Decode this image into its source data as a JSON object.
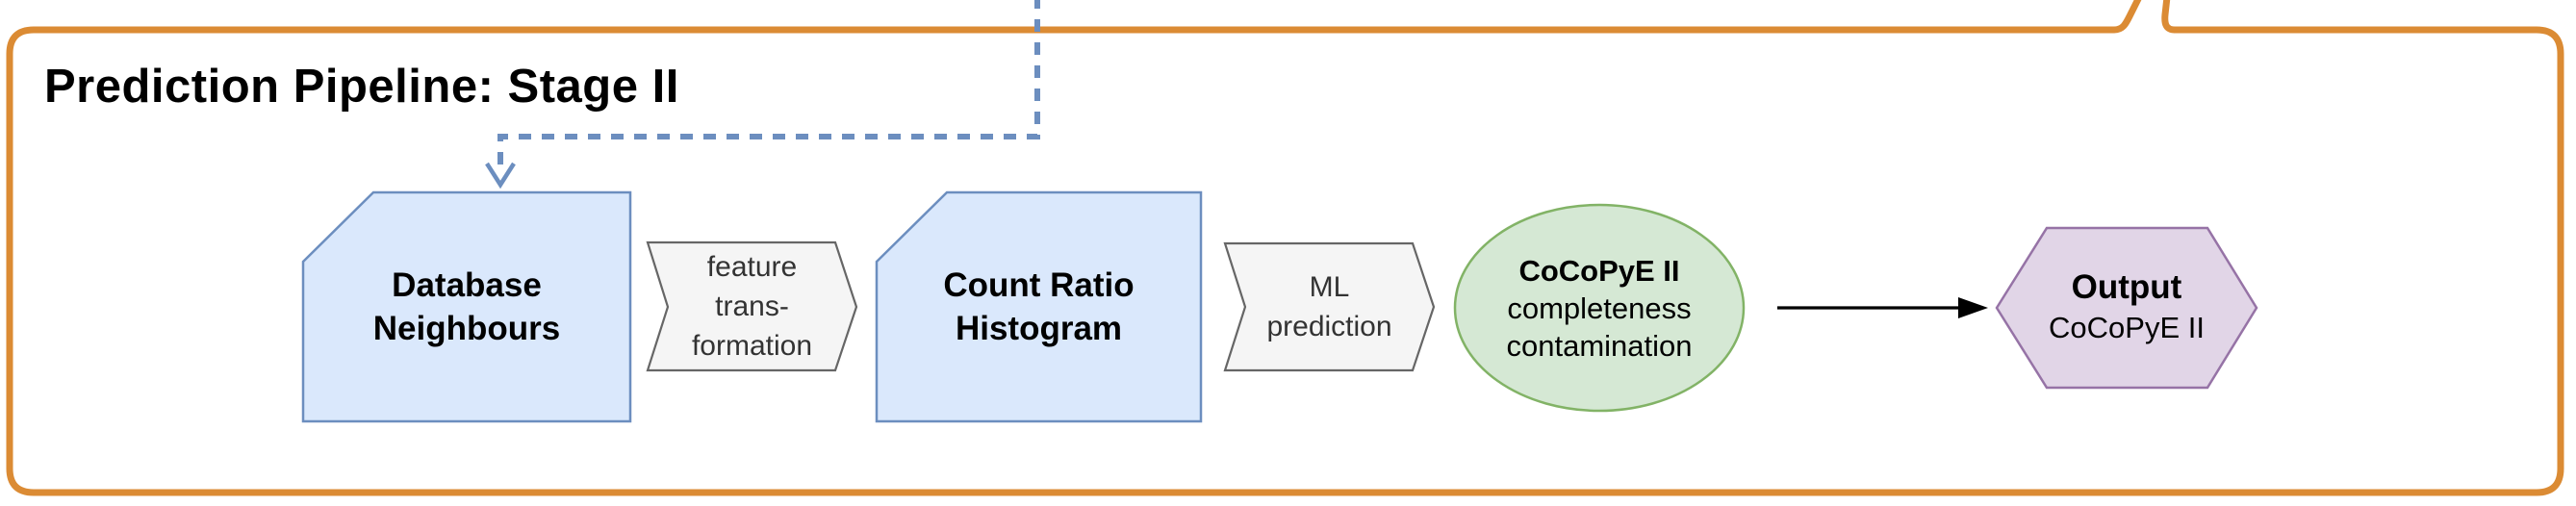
{
  "title": "Prediction Pipeline: Stage II",
  "colors": {
    "background": "#ffffff",
    "frame_orange": "#db8b34",
    "connector_blue": "#6c8ebf",
    "node_blue_fill": "#dae8fc",
    "node_blue_stroke": "#6c8ebf",
    "chevron_fill": "#f5f5f5",
    "chevron_stroke": "#666666",
    "chevron_text": "#333333",
    "ellipse_green_fill": "#d5e8d4",
    "ellipse_green_stroke": "#82b366",
    "hexagon_purple_fill": "#e1d5e7",
    "hexagon_purple_stroke": "#9673a6",
    "arrow_black": "#000000",
    "text_black": "#000000"
  },
  "nodes": {
    "database_neighbours": {
      "lines": [
        "Database",
        "Neighbours"
      ]
    },
    "feature_transformation": {
      "lines": [
        "feature",
        "trans-",
        "formation"
      ]
    },
    "count_ratio_histogram": {
      "lines": [
        "Count Ratio",
        "Histogram"
      ]
    },
    "ml_prediction": {
      "lines": [
        "ML",
        "prediction"
      ]
    },
    "cocopye_ii": {
      "title": "CoCoPyE II",
      "lines": [
        "completeness",
        "contamination"
      ]
    },
    "output": {
      "title": "Output",
      "subtitle": "CoCoPyE II"
    }
  }
}
